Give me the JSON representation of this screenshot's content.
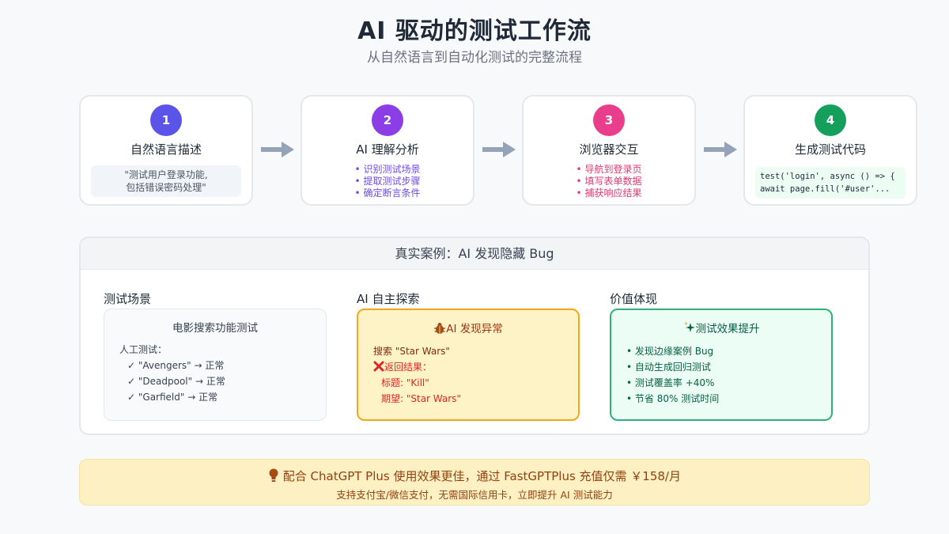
{
  "header": {
    "title": "AI 驱动的测试工作流",
    "subtitle": "从自然语言到自动化测试的完整流程"
  },
  "steps": [
    {
      "number": "1",
      "title": "自然语言描述",
      "color": "#5b54e8",
      "note_lines": [
        "\"测试用户登录功能,",
        "包括错误密码处理\""
      ]
    },
    {
      "number": "2",
      "title": "AI 理解分析",
      "color": "#8b3ee6",
      "bullet_color": "#6d4ae6",
      "bullets": [
        "• 识别测试场景",
        "• 提取测试步骤",
        "• 确定断言条件"
      ]
    },
    {
      "number": "3",
      "title": "浏览器交互",
      "color": "#e83e8c",
      "bullet_color": "#e2366f",
      "bullets": [
        "• 导航到登录页",
        "• 填写表单数据",
        "• 捕获响应结果"
      ]
    },
    {
      "number": "4",
      "title": "生成测试代码",
      "color": "#14a05a",
      "code_lines": [
        "test('login', async () => {",
        "await page.fill('#user'..."
      ]
    }
  ],
  "case": {
    "header": "真实案例：AI 发现隐藏 Bug",
    "scenario": {
      "title": "测试场景",
      "box_title": "电影搜索功能测试",
      "lines": [
        "人工测试：",
        "✓ \"Avengers\" → 正常",
        "✓ \"Deadpool\" → 正常",
        "✓ \"Garfield\" → 正常"
      ]
    },
    "explore": {
      "title": "AI 自主探索",
      "box_title": "AI 发现异常",
      "search_line": "搜索 \"Star Wars\"",
      "result_label": "返回结果：",
      "actual_line": "标题: \"Kill\"",
      "expected_line": "期望: \"Star Wars\""
    },
    "value": {
      "title": "价值体现",
      "box_title": "测试效果提升",
      "lines": [
        "• 发现边缘案例 Bug",
        "• 自动生成回归测试",
        "• 测试覆盖率 +40%",
        "• 节省 80% 测试时间"
      ]
    }
  },
  "banner": {
    "line1": "配合 ChatGPT Plus 使用效果更佳，通过 FastGPTPlus 充值仅需 ￥158/月",
    "line2": "支持支付宝/微信支付，无需国际信用卡，立即提升 AI 测试能力"
  },
  "icons": {
    "arrow": "arrow-right-icon",
    "bug": "bug-icon",
    "cross": "cross-mark-icon",
    "sparkle": "sparkles-icon",
    "bulb": "lightbulb-icon"
  },
  "colors": {
    "arrow": "#94a3b8",
    "explore_accent": "#f0a818",
    "value_accent": "#2fb27a",
    "error": "#dc2626"
  }
}
